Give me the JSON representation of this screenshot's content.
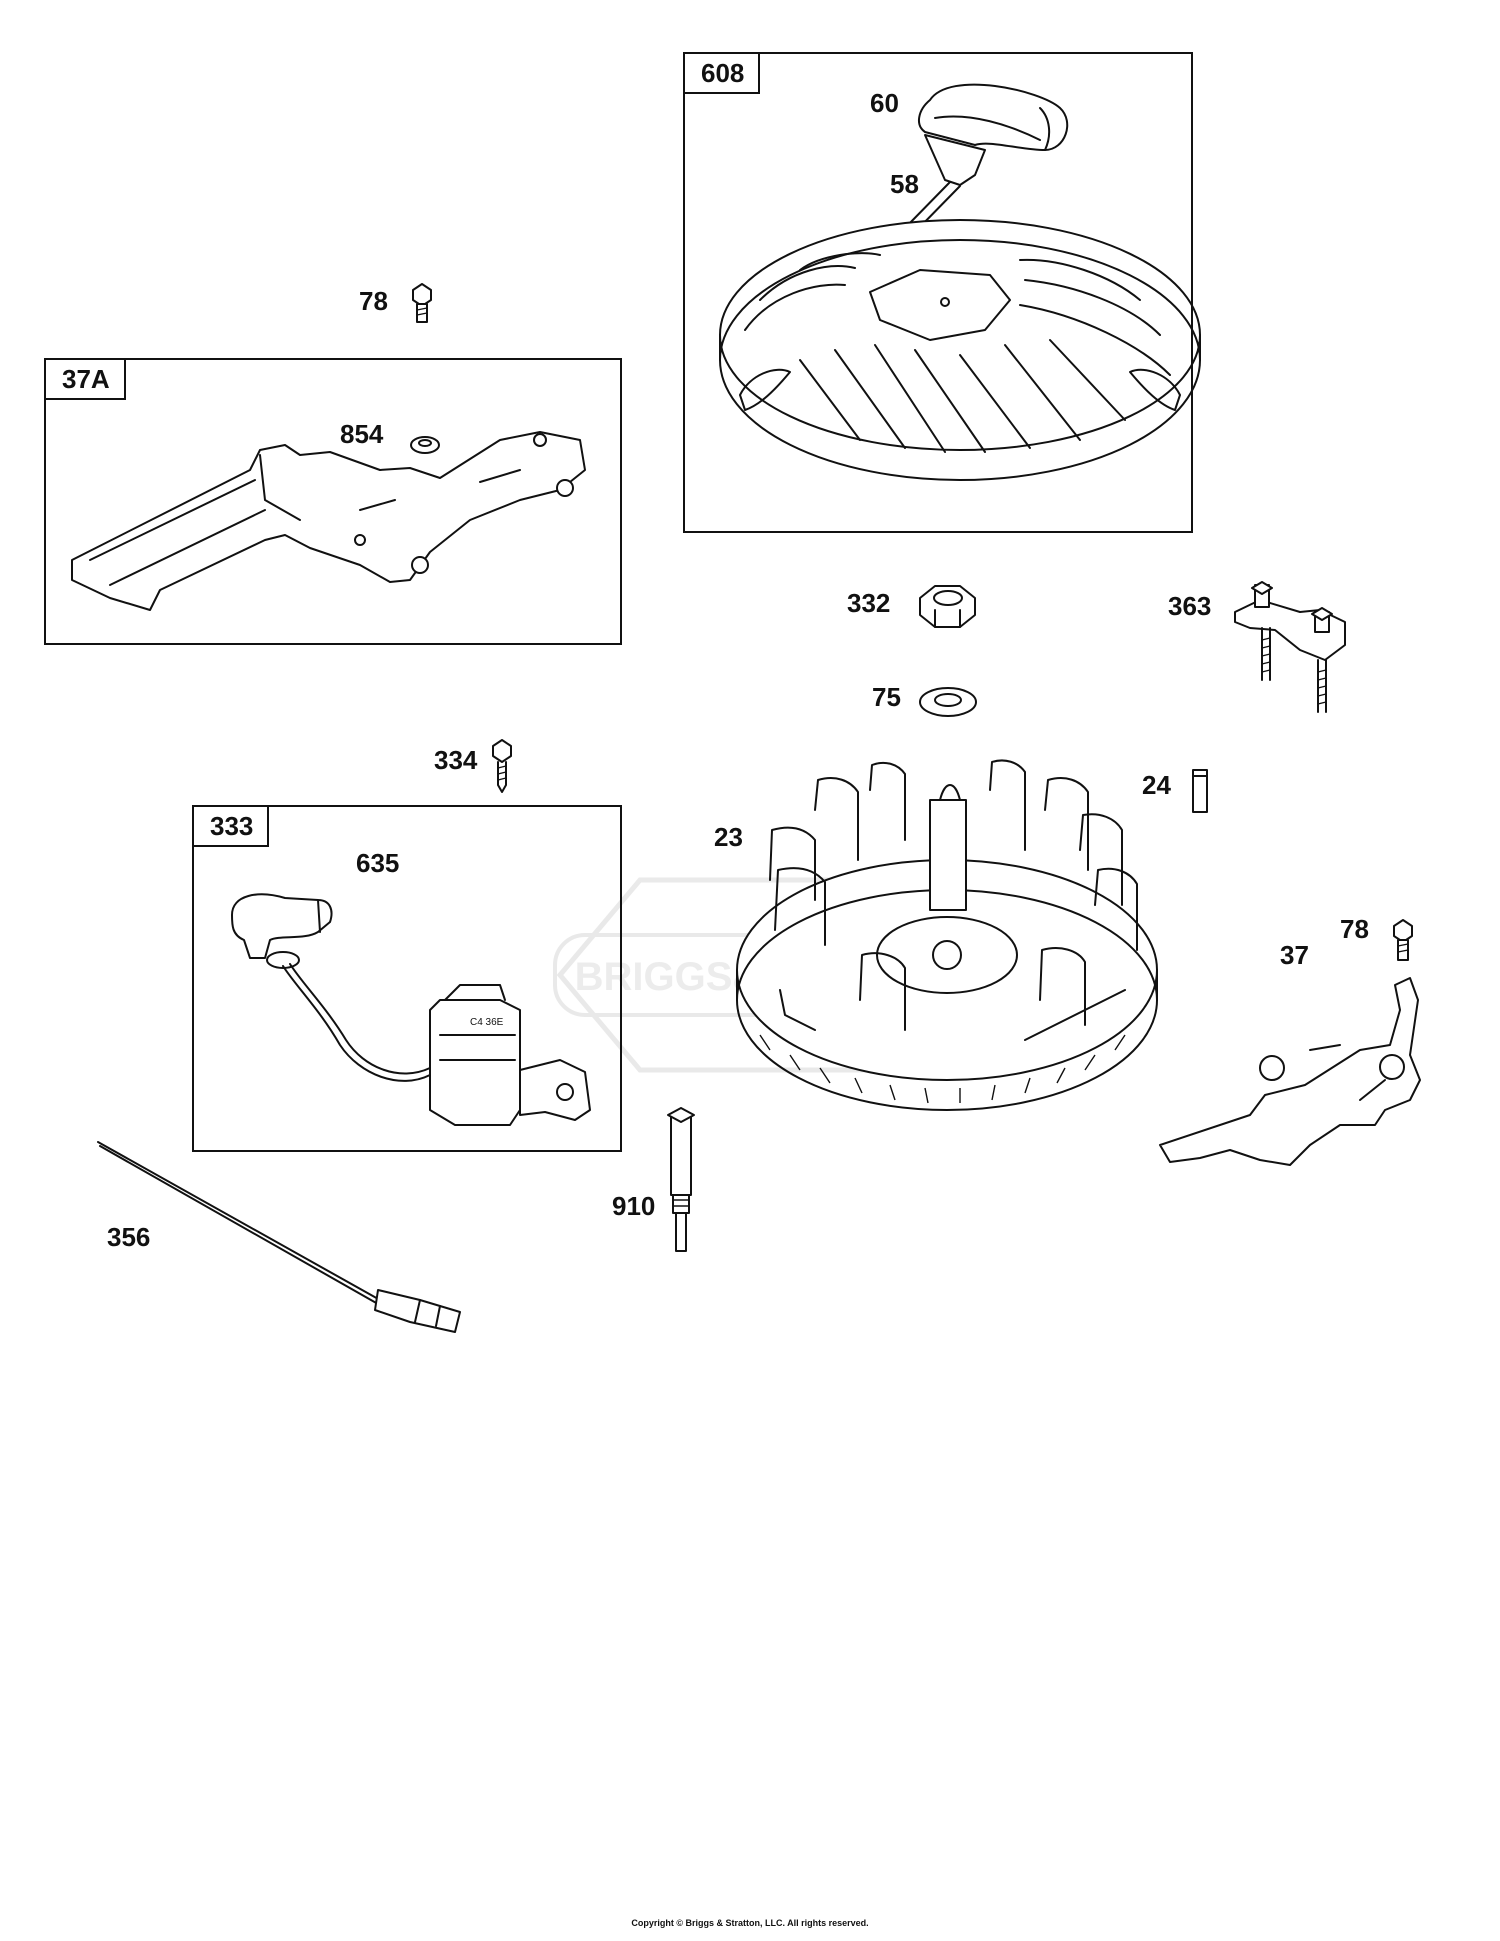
{
  "diagram": {
    "groups": [
      {
        "id": "608",
        "tag": "608"
      },
      {
        "id": "37A",
        "tag": "37A"
      },
      {
        "id": "333",
        "tag": "333"
      }
    ],
    "callouts": {
      "p60": "60",
      "p58": "58",
      "p78_top": "78",
      "p854": "854",
      "p332": "332",
      "p363": "363",
      "p75": "75",
      "p334": "334",
      "p24": "24",
      "p23": "23",
      "p635": "635",
      "p78_right": "78",
      "p37": "37",
      "p910": "910",
      "p356": "356"
    },
    "watermark_icon": "briggs-stratton-logo-watermark",
    "copyright": "Copyright © Briggs & Stratton, LLC. All rights reserved."
  }
}
